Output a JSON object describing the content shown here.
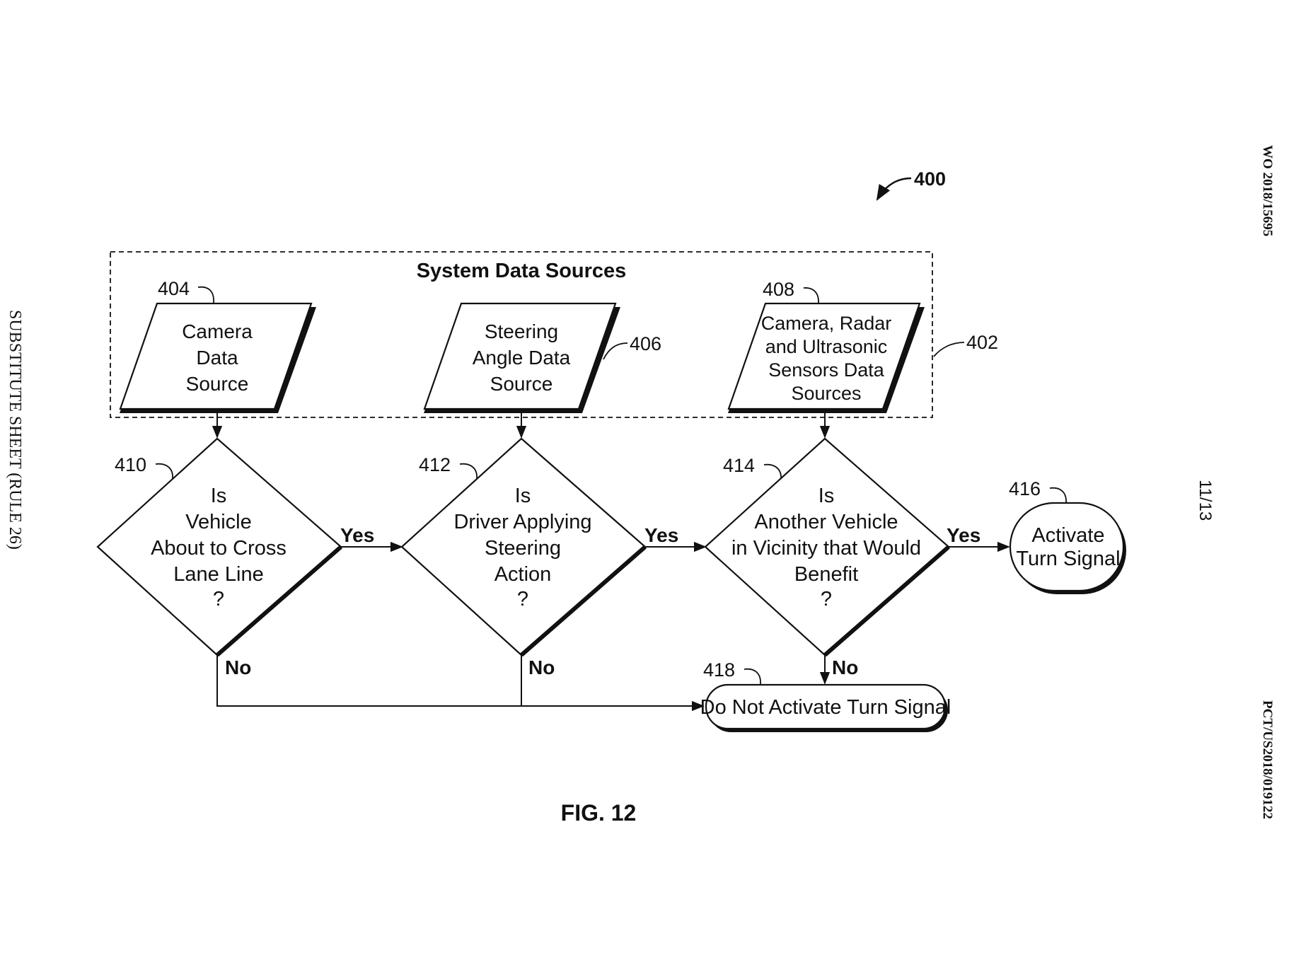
{
  "header": {
    "left_margin": "SUBSTITUTE SHEET (RULE 26)",
    "right_top": "WO 2018/15695",
    "right_bottom": "PCT/US2018/019122",
    "sheet": "11/13"
  },
  "figure": {
    "ref": "400",
    "caption": "FIG. 12"
  },
  "group": {
    "ref": "402",
    "title": "System Data Sources"
  },
  "sources": [
    {
      "ref": "404",
      "lines": [
        "Camera",
        "Data",
        "Source"
      ]
    },
    {
      "ref": "406",
      "lines": [
        "Steering",
        "Angle Data",
        "Source"
      ]
    },
    {
      "ref": "408",
      "lines": [
        "Camera, Radar",
        "and Ultrasonic",
        "Sensors Data",
        "Sources"
      ]
    }
  ],
  "decisions": [
    {
      "ref": "410",
      "lines": [
        "Is",
        "Vehicle",
        "About to Cross",
        "Lane Line",
        "?"
      ],
      "yes": "Yes",
      "no": "No"
    },
    {
      "ref": "412",
      "lines": [
        "Is",
        "Driver Applying",
        "Steering",
        "Action",
        "?"
      ],
      "yes": "Yes",
      "no": "No"
    },
    {
      "ref": "414",
      "lines": [
        "Is",
        "Another Vehicle",
        "in Vicinity that Would",
        "Benefit",
        "?"
      ],
      "yes": "Yes",
      "no": "No"
    }
  ],
  "terminals": [
    {
      "ref": "416",
      "lines": [
        "Activate",
        "Turn Signal"
      ]
    },
    {
      "ref": "418",
      "lines": [
        "Do Not Activate Turn Signal"
      ]
    }
  ]
}
